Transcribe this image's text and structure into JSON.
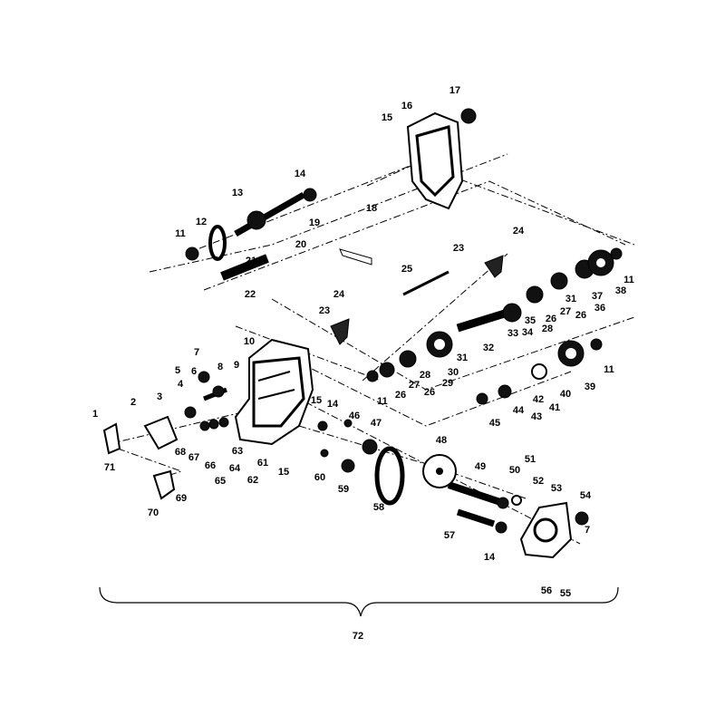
{
  "diagram": {
    "title": "Transmission assembly exploded view",
    "callouts": [
      "1",
      "2",
      "3",
      "4",
      "5",
      "6",
      "7",
      "8",
      "9",
      "10",
      "11",
      "12",
      "13",
      "14",
      "15",
      "16",
      "17",
      "18",
      "19",
      "20",
      "21",
      "22",
      "23",
      "24",
      "25",
      "24",
      "23",
      "11",
      "26",
      "27",
      "26",
      "28",
      "29",
      "30",
      "31",
      "32",
      "33",
      "34",
      "35",
      "28",
      "26",
      "27",
      "26",
      "31",
      "37",
      "36",
      "38",
      "11",
      "39",
      "11",
      "40",
      "41",
      "42",
      "43",
      "44",
      "45",
      "15",
      "14",
      "46",
      "47",
      "48",
      "49",
      "50",
      "51",
      "52",
      "53",
      "54",
      "7",
      "55",
      "56",
      "57",
      "14",
      "58",
      "59",
      "60",
      "15",
      "61",
      "62",
      "63",
      "64",
      "65",
      "66",
      "67",
      "68",
      "69",
      "70",
      "71",
      "72"
    ]
  }
}
